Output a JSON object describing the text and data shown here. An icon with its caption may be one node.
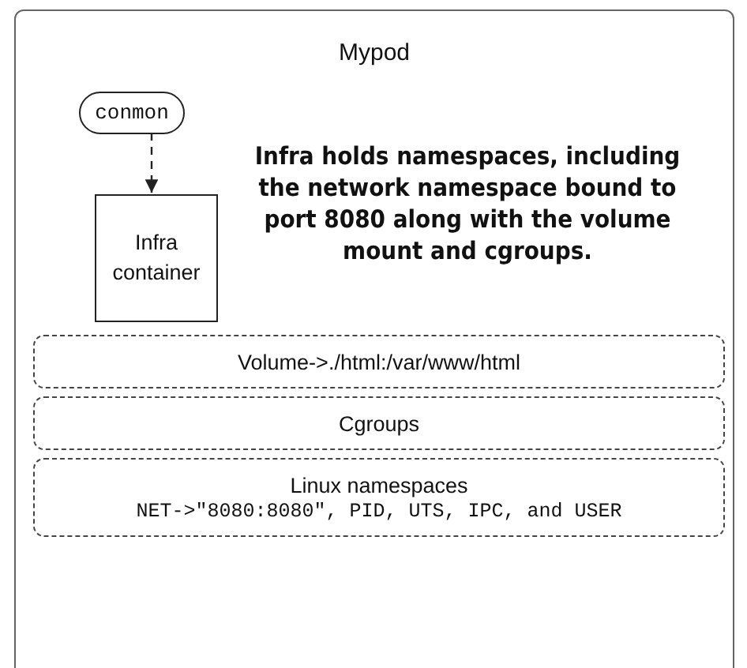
{
  "diagram": {
    "nodes": [
      {
        "text": [
          "Mypod"
        ]
      },
      {
        "text": [
          "conmon"
        ],
        "in": 0
      },
      {
        "text": [
          "Infra container"
        ],
        "in": 0
      },
      {
        "text": [
          "Volume->./html:/var/www/html"
        ],
        "in": 0
      },
      {
        "text": [
          "Cgroups"
        ],
        "in": 0
      },
      {
        "text": [
          "Linux namespaces",
          "NET->\"8080:8080\", PID, UTS, IPC, and USER"
        ],
        "in": 0
      }
    ],
    "edges": [
      {
        "from": 1,
        "to": 2,
        "arrow": "to",
        "style": "dashed"
      }
    ],
    "labels": [
      "Infra holds namespaces, including the network namespace bound to port 8080 along with the volume mount and cgroups."
    ]
  }
}
